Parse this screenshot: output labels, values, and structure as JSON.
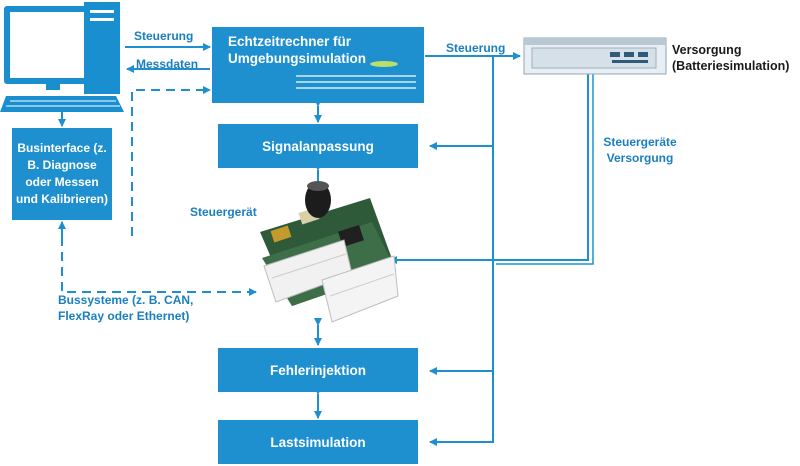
{
  "colors": {
    "accent": "#1e90cf",
    "line": "#1e90cf",
    "label": "#1a7fbf",
    "dark": "#1a1a1a"
  },
  "nodes": {
    "rechner": "Echtzeitrechner für Umgebungsimulation",
    "signal": "Signalanpassung",
    "fehler": "Fehlerinjektion",
    "last": "Lastsimulation",
    "bus": "Businterface (z. B. Diagnose oder Messen und Kalibrieren)",
    "versorgung": "Versorgung (Batteriesimulation)",
    "steuergeraet": "Steuergerät"
  },
  "edges": {
    "steuerung_pc": "Steuerung",
    "messdaten": "Messdaten",
    "steuerung_vers": "Steuerung",
    "sg_versorgung": "Steuergeräte Versorgung",
    "bussysteme": "Bussysteme (z. B. CAN, FlexRay oder Ethernet)"
  },
  "icons": [
    "computer-icon",
    "power-supply-icon",
    "ecu-board-image"
  ]
}
